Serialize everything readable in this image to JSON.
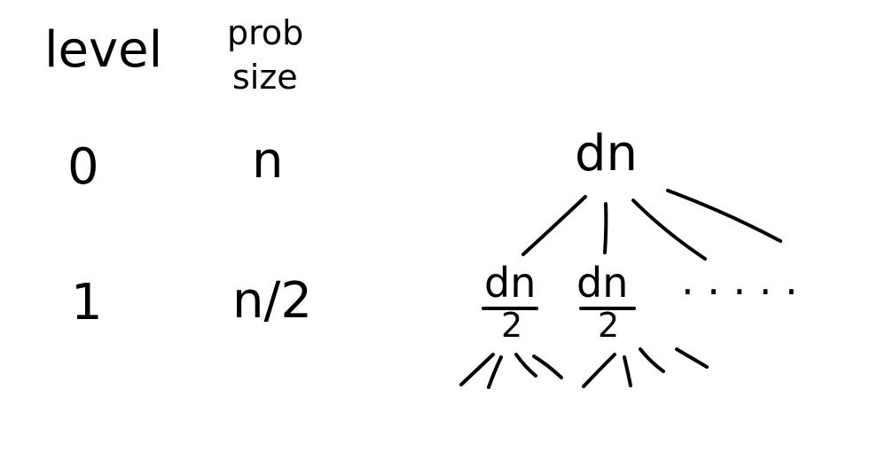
{
  "headers": {
    "level": "level",
    "prob_line1": "prob",
    "prob_line2": "size"
  },
  "rows": [
    {
      "level": "0",
      "size": "n"
    },
    {
      "level": "1",
      "size": "n/2"
    }
  ],
  "tree": {
    "root": "dn",
    "children": [
      {
        "numerator": "dn",
        "denominator": "2"
      },
      {
        "numerator": "dn",
        "denominator": "2"
      }
    ],
    "ellipsis": "· · · · ·"
  }
}
